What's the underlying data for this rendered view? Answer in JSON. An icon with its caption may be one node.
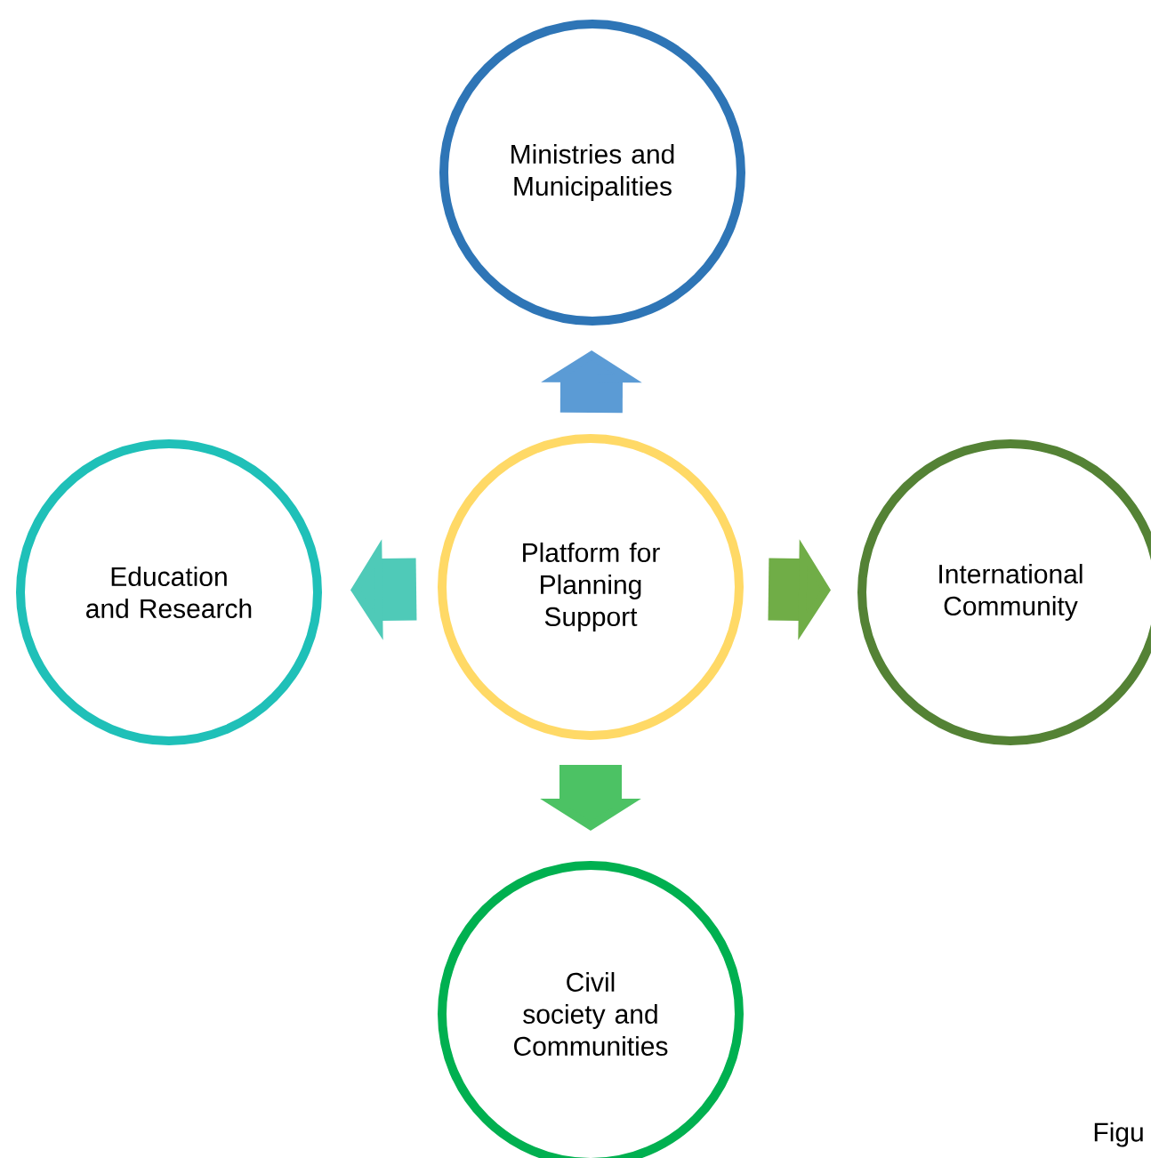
{
  "diagram": {
    "nodes": [
      {
        "text": [
          "Ministries and Municipalities"
        ]
      },
      {
        "text": [
          "Education and Research"
        ]
      },
      {
        "text": [
          "Platform for Planning Support"
        ]
      },
      {
        "text": [
          "International Community"
        ]
      },
      {
        "text": [
          "Civil society and Communities"
        ]
      }
    ],
    "edges": [
      {
        "from": 2,
        "to": 0,
        "arrow": "to",
        "color": "#5b9bd5"
      },
      {
        "from": 2,
        "to": 1,
        "arrow": "to",
        "color": "#4fcab8"
      },
      {
        "from": 2,
        "to": 3,
        "arrow": "to",
        "color": "#70ad47"
      },
      {
        "from": 2,
        "to": 4,
        "arrow": "to",
        "color": "#4cc264"
      }
    ],
    "labels": [
      "Figu"
    ]
  }
}
